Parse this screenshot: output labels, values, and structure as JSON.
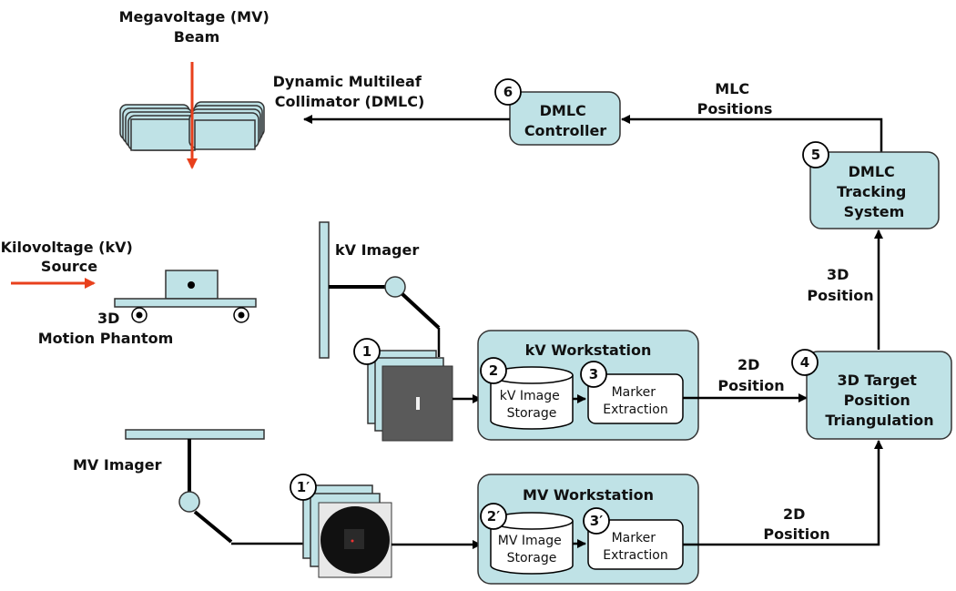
{
  "mv_beam_label": [
    "Megavoltage (MV)",
    "Beam"
  ],
  "dmlc_label": [
    "Dynamic Multileaf",
    "Collimator (DMLC)"
  ],
  "dmlc_controller": [
    "DMLC",
    "Controller"
  ],
  "mlc_positions": [
    "MLC",
    "Positions"
  ],
  "dmlc_tracking": [
    "DMLC",
    "Tracking",
    "System"
  ],
  "kv_source": [
    "Kilovoltage (kV)",
    "Source"
  ],
  "phantom_label": [
    "3D",
    "Motion Phantom"
  ],
  "kv_imager": "kV Imager",
  "mv_imager": "MV Imager",
  "kv_workstation": "kV Workstation",
  "mv_workstation": "MV Workstation",
  "kv_image_storage": [
    "kV Image",
    "Storage"
  ],
  "mv_image_storage": [
    "MV Image",
    "Storage"
  ],
  "marker_extraction": [
    "Marker",
    "Extraction"
  ],
  "triangulation": [
    "3D Target",
    "Position",
    "Triangulation"
  ],
  "pos_3d": [
    "3D",
    "Position"
  ],
  "pos_2d": [
    "2D",
    "Position"
  ],
  "steps": {
    "s1": "1",
    "s2": "2",
    "s3": "3",
    "s4": "4",
    "s5": "5",
    "s6": "6",
    "s1p": "1′",
    "s2p": "2′",
    "s3p": "3′"
  },
  "colors": {
    "box_fill": "#bfe2e6",
    "beam_arrow": "#e8401c"
  }
}
